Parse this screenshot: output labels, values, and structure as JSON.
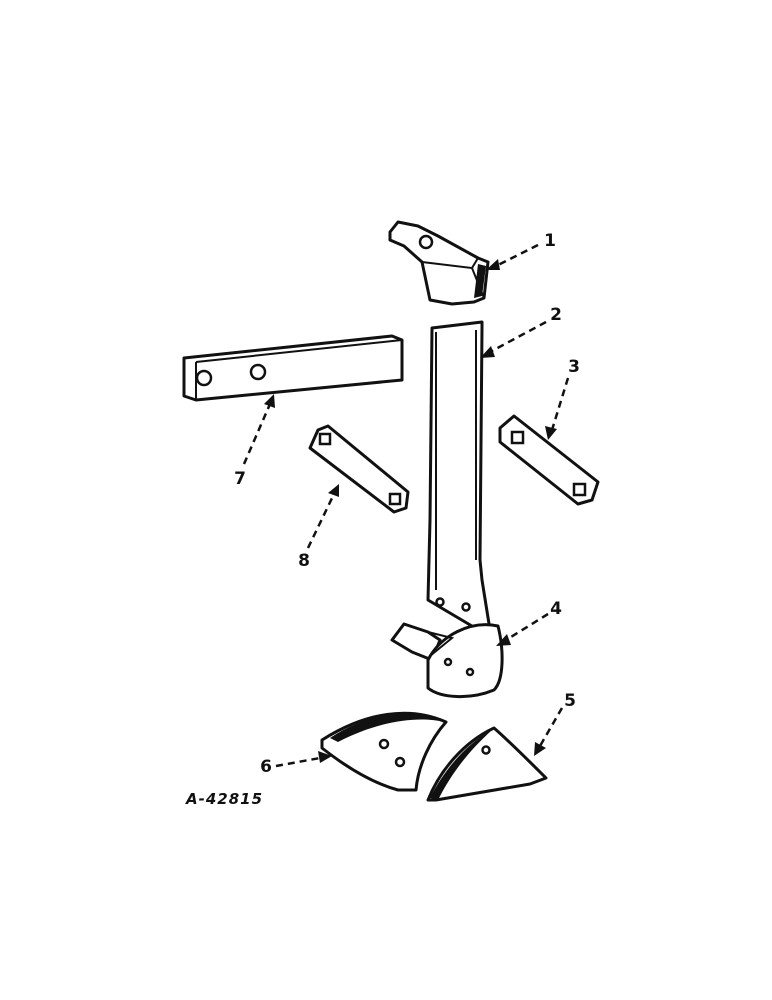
{
  "figure_id": "A-42815",
  "callouts": [
    "1",
    "2",
    "3",
    "4",
    "5",
    "6",
    "7",
    "8"
  ]
}
